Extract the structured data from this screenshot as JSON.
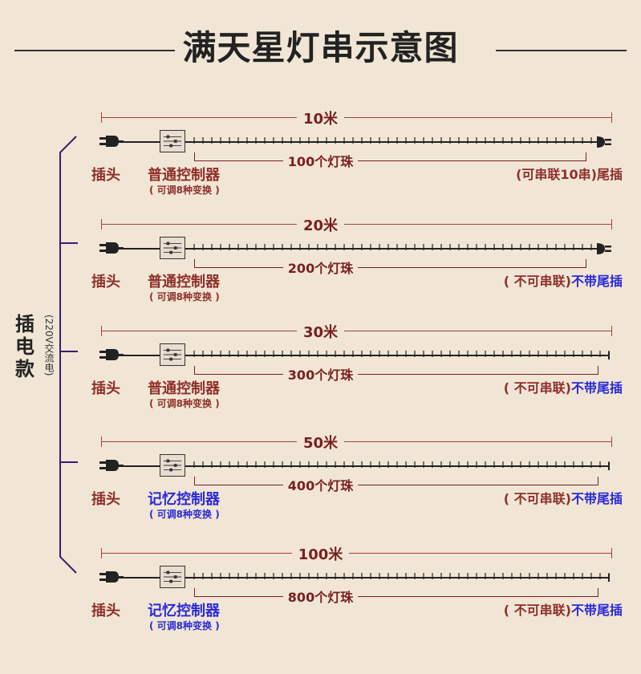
{
  "title": "满天星灯串示意图",
  "side": {
    "label": "插电款",
    "sub": "(220V交流电)"
  },
  "colors": {
    "background": "#f1e6d5",
    "dark_red": "#8e2f2a",
    "blue": "#2a2ad8",
    "bracket": "#3a1c6e"
  },
  "rows": [
    {
      "length": "10米",
      "count": "100个灯珠",
      "plug": "插头",
      "controller": "普通控制器",
      "controller_sub": "( 可调8种变换 )",
      "controller_color": "red",
      "right_prefix": "(可串联10串)",
      "right_suffix": "尾插",
      "right_suffix_color": "red",
      "tail_plug": true
    },
    {
      "length": "20米",
      "count": "200个灯珠",
      "plug": "插头",
      "controller": "普通控制器",
      "controller_sub": "( 可调8种变换 )",
      "controller_color": "red",
      "right_prefix": "( 不可串联)",
      "right_suffix": "不带尾插",
      "right_suffix_color": "blue",
      "tail_plug": true
    },
    {
      "length": "30米",
      "count": "300个灯珠",
      "plug": "插头",
      "controller": "普通控制器",
      "controller_sub": "( 可调8种变换 )",
      "controller_color": "red",
      "right_prefix": "( 不可串联)",
      "right_suffix": "不带尾插",
      "right_suffix_color": "blue",
      "tail_plug": false
    },
    {
      "length": "50米",
      "count": "400个灯珠",
      "plug": "插头",
      "controller": "记忆控制器",
      "controller_sub": "( 可调8种变换 )",
      "controller_color": "blue",
      "right_prefix": "( 不可串联)",
      "right_suffix": "不带尾插",
      "right_suffix_color": "blue",
      "tail_plug": false
    },
    {
      "length": "100米",
      "count": "800个灯珠",
      "plug": "插头",
      "controller": "记忆控制器",
      "controller_sub": "( 可调8种变换 )",
      "controller_color": "blue",
      "right_prefix": "( 不可串联)",
      "right_suffix": "不带尾插",
      "right_suffix_color": "blue",
      "tail_plug": false
    }
  ]
}
